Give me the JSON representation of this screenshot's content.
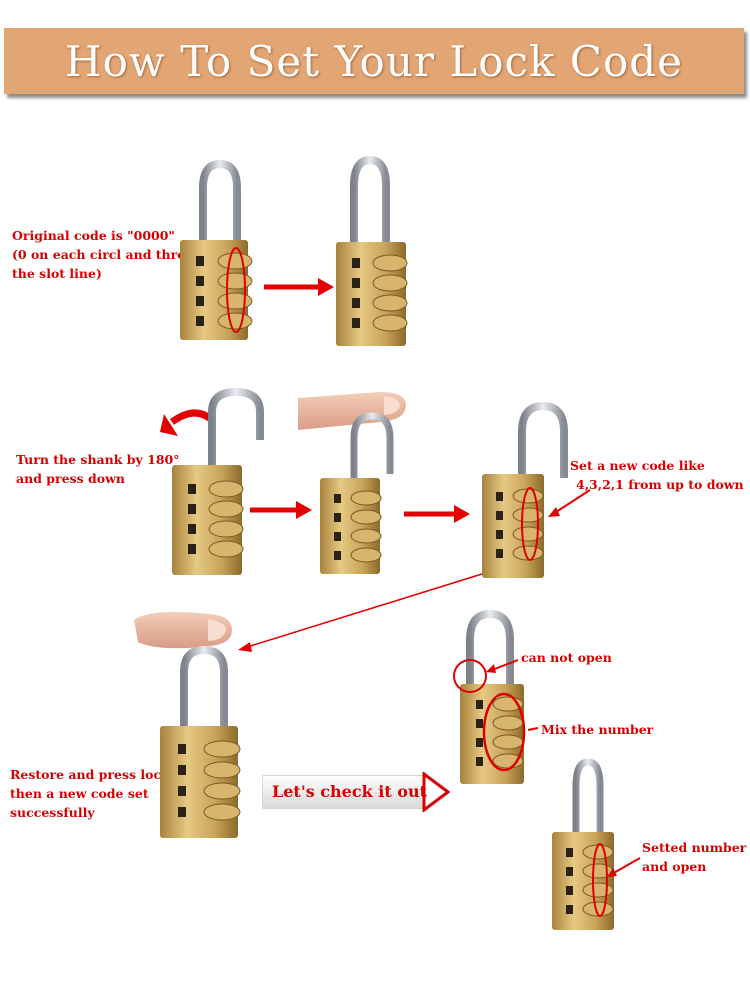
{
  "header": {
    "title": "How To Set Your Lock Code"
  },
  "steps": {
    "original": {
      "line1": "Original code is \"0000\"",
      "line2": "(0 on each circl and throuh",
      "line3": "the slot line)"
    },
    "turn": {
      "line1": "Turn the shank by 180°",
      "line2": "and press down"
    },
    "set_new": {
      "line1": "Set a new code like",
      "line2": "4,3,2,1 from up to down"
    },
    "restore": {
      "line1": "Restore and press locked,",
      "line2": "then a new code set",
      "line3": "successfully"
    },
    "check_button": "Let's check it out",
    "can_not_open": "can not open",
    "mix_number": "Mix the number",
    "setted": {
      "line1": "Setted number",
      "line2": "and open"
    }
  },
  "colors": {
    "banner": "#e2a574",
    "annotation": "#d60000",
    "brass": "#c9a45a",
    "shackle": "#b8bcc4"
  }
}
